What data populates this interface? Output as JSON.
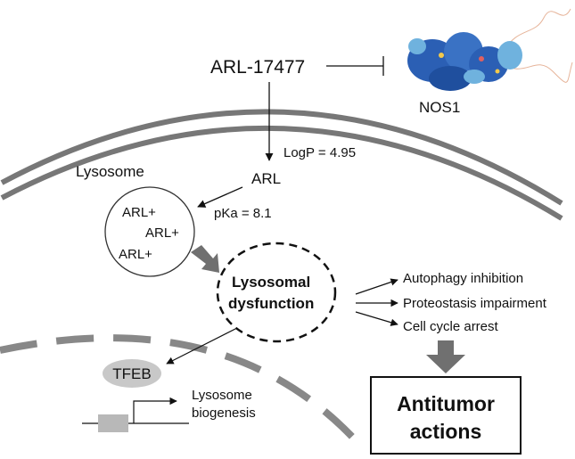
{
  "drug": "ARL-17477",
  "target": "NOS1",
  "logp_label": "LogP = 4.95",
  "arl_label": "ARL",
  "lysosome_label": "Lysosome",
  "pka_label": "pKa = 8.1",
  "arl_plus": [
    "ARL+",
    "ARL+",
    "ARL+"
  ],
  "dysfunction_line1": "Lysosomal",
  "dysfunction_line2": "dysfunction",
  "effects": [
    "Autophagy inhibition",
    "Proteostasis impairment",
    "Cell cycle arrest"
  ],
  "tfeb_label": "TFEB",
  "biogenesis_line1": "Lysosome",
  "biogenesis_line2": "biogenesis",
  "outcome_line1": "Antitumor",
  "outcome_line2": "actions",
  "colors": {
    "membrane": "#777777",
    "dashed_membrane": "#888888",
    "arrow_gray": "#707070",
    "tfeb_fill": "#c8c8c8",
    "promoter_fill": "#b8b8b8",
    "protein_blue": "#2b5fb4",
    "protein_light": "#6fb2de"
  }
}
